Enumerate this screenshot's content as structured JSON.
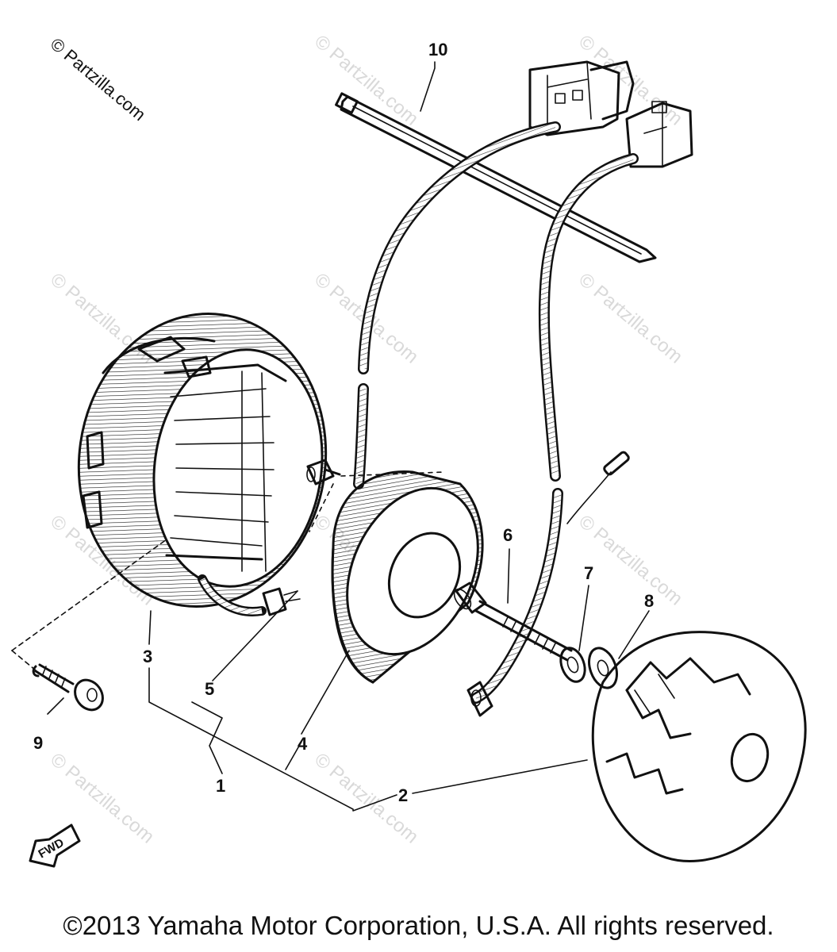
{
  "watermark": "© Partzilla.com",
  "copyright": "©2013 Yamaha Motor Corporation, U.S.A. All rights reserved.",
  "direction_label": "FWD",
  "callouts": {
    "c1": "1",
    "c2": "2",
    "c3": "3",
    "c4": "4",
    "c5": "5",
    "c6": "6",
    "c7": "7",
    "c8": "8",
    "c9": "9",
    "c10": "10"
  }
}
